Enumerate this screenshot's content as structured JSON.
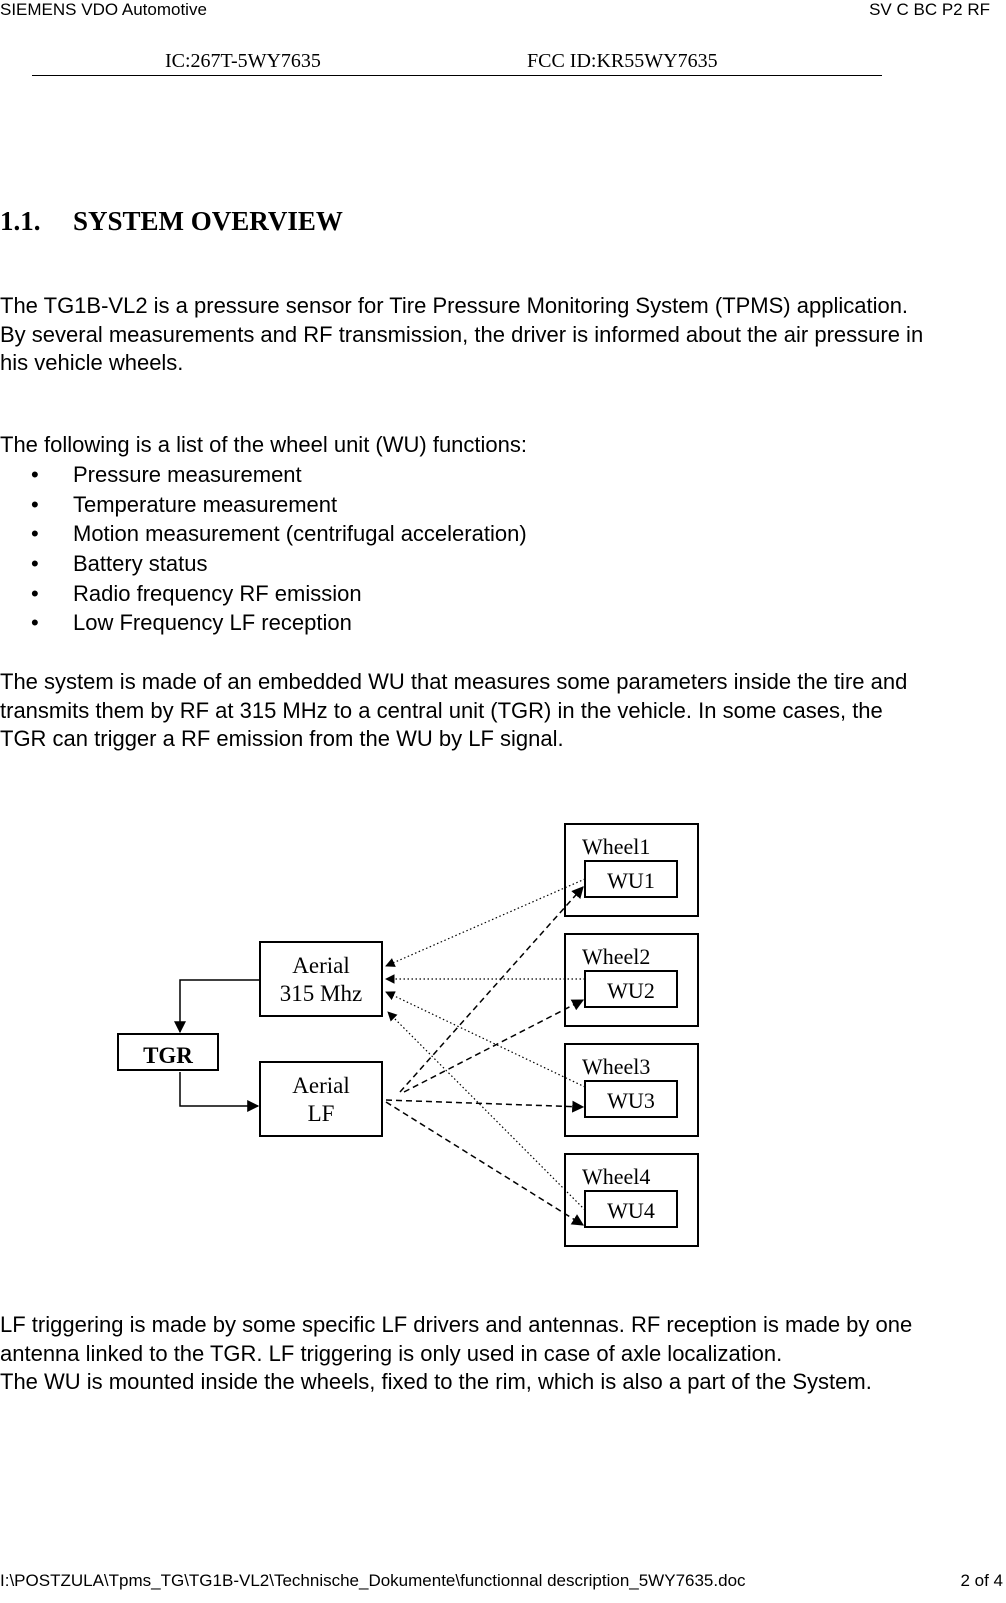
{
  "header": {
    "company": "SIEMENS VDO Automotive",
    "department": "SV C BC P2 RF",
    "ic_id": "IC:267T-5WY7635",
    "fcc_id": "FCC ID:KR55WY7635"
  },
  "section": {
    "number": "1.1.",
    "title": "SYSTEM OVERVIEW"
  },
  "body": {
    "intro": "The TG1B-VL2 is a pressure sensor for Tire Pressure Monitoring System (TPMS) application.\nBy several measurements and RF transmission, the driver is informed about the air pressure in his vehicle wheels.",
    "list_intro": "The following is a list of the wheel unit (WU) functions:",
    "functions": [
      "Pressure measurement",
      "Temperature measurement",
      "Motion measurement (centrifugal acceleration)",
      "Battery status",
      "Radio frequency RF emission",
      "Low Frequency LF reception"
    ],
    "system_description": "The system is made of an embedded WU that measures some parameters inside the tire and transmits them by RF at 315 MHz to a central unit (TGR) in the vehicle. In some cases, the TGR can trigger a RF emission from the WU by LF signal.",
    "closing": "LF triggering is made by some specific LF drivers and antennas. RF reception is made by one antenna linked to the TGR. LF triggering is only used in case of axle localization.\nThe WU is mounted inside the wheels, fixed to the rim, which is also a part of the System."
  },
  "diagram": {
    "tgr_label": "TGR",
    "aerial_rf": {
      "line1": "Aerial",
      "line2": "315 Mhz"
    },
    "aerial_lf": {
      "line1": "Aerial",
      "line2": "LF"
    },
    "wheels": [
      {
        "wheel": "Wheel1",
        "unit": "WU1"
      },
      {
        "wheel": "Wheel2",
        "unit": "WU2"
      },
      {
        "wheel": "Wheel3",
        "unit": "WU3"
      },
      {
        "wheel": "Wheel4",
        "unit": "WU4"
      }
    ]
  },
  "footer": {
    "path": "I:\\POSTZULA\\Tpms_TG\\TG1B-VL2\\Technische_Dokumente\\functionnal description_5WY7635.doc",
    "page": "2 of 4"
  }
}
